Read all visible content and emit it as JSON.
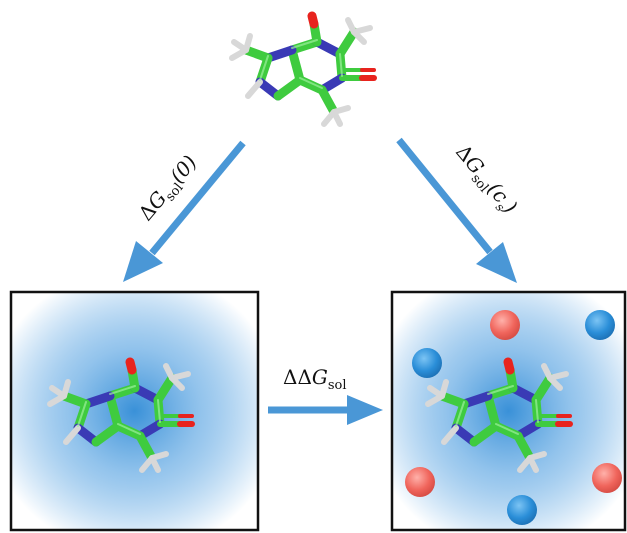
{
  "labels": {
    "left_arrow": {
      "delta": "Δ",
      "g": "G",
      "sub": "sol",
      "arg": "(0)"
    },
    "right_arrow": {
      "delta": "Δ",
      "g": "G",
      "sub": "sol",
      "open": "(",
      "c": "c",
      "csub": "s",
      "close": ")"
    },
    "center_arrow": {
      "delta": "ΔΔ",
      "g": "G",
      "sub": "sol"
    }
  },
  "colors": {
    "arrow": "#4a97d6",
    "carbon": "#3fcb3f",
    "nitrogen": "#3a3ab5",
    "oxygen": "#e8231e",
    "hydrogen": "#d8d8d8",
    "solvent_center": "#2f8bd6",
    "ion_blue": "#2a8ed8",
    "ion_red": "#f0655c",
    "box_border": "#111111"
  },
  "ions_right_box": [
    {
      "color": "red"
    },
    {
      "color": "blue"
    },
    {
      "color": "blue"
    },
    {
      "color": "red"
    },
    {
      "color": "red"
    },
    {
      "color": "blue"
    }
  ]
}
